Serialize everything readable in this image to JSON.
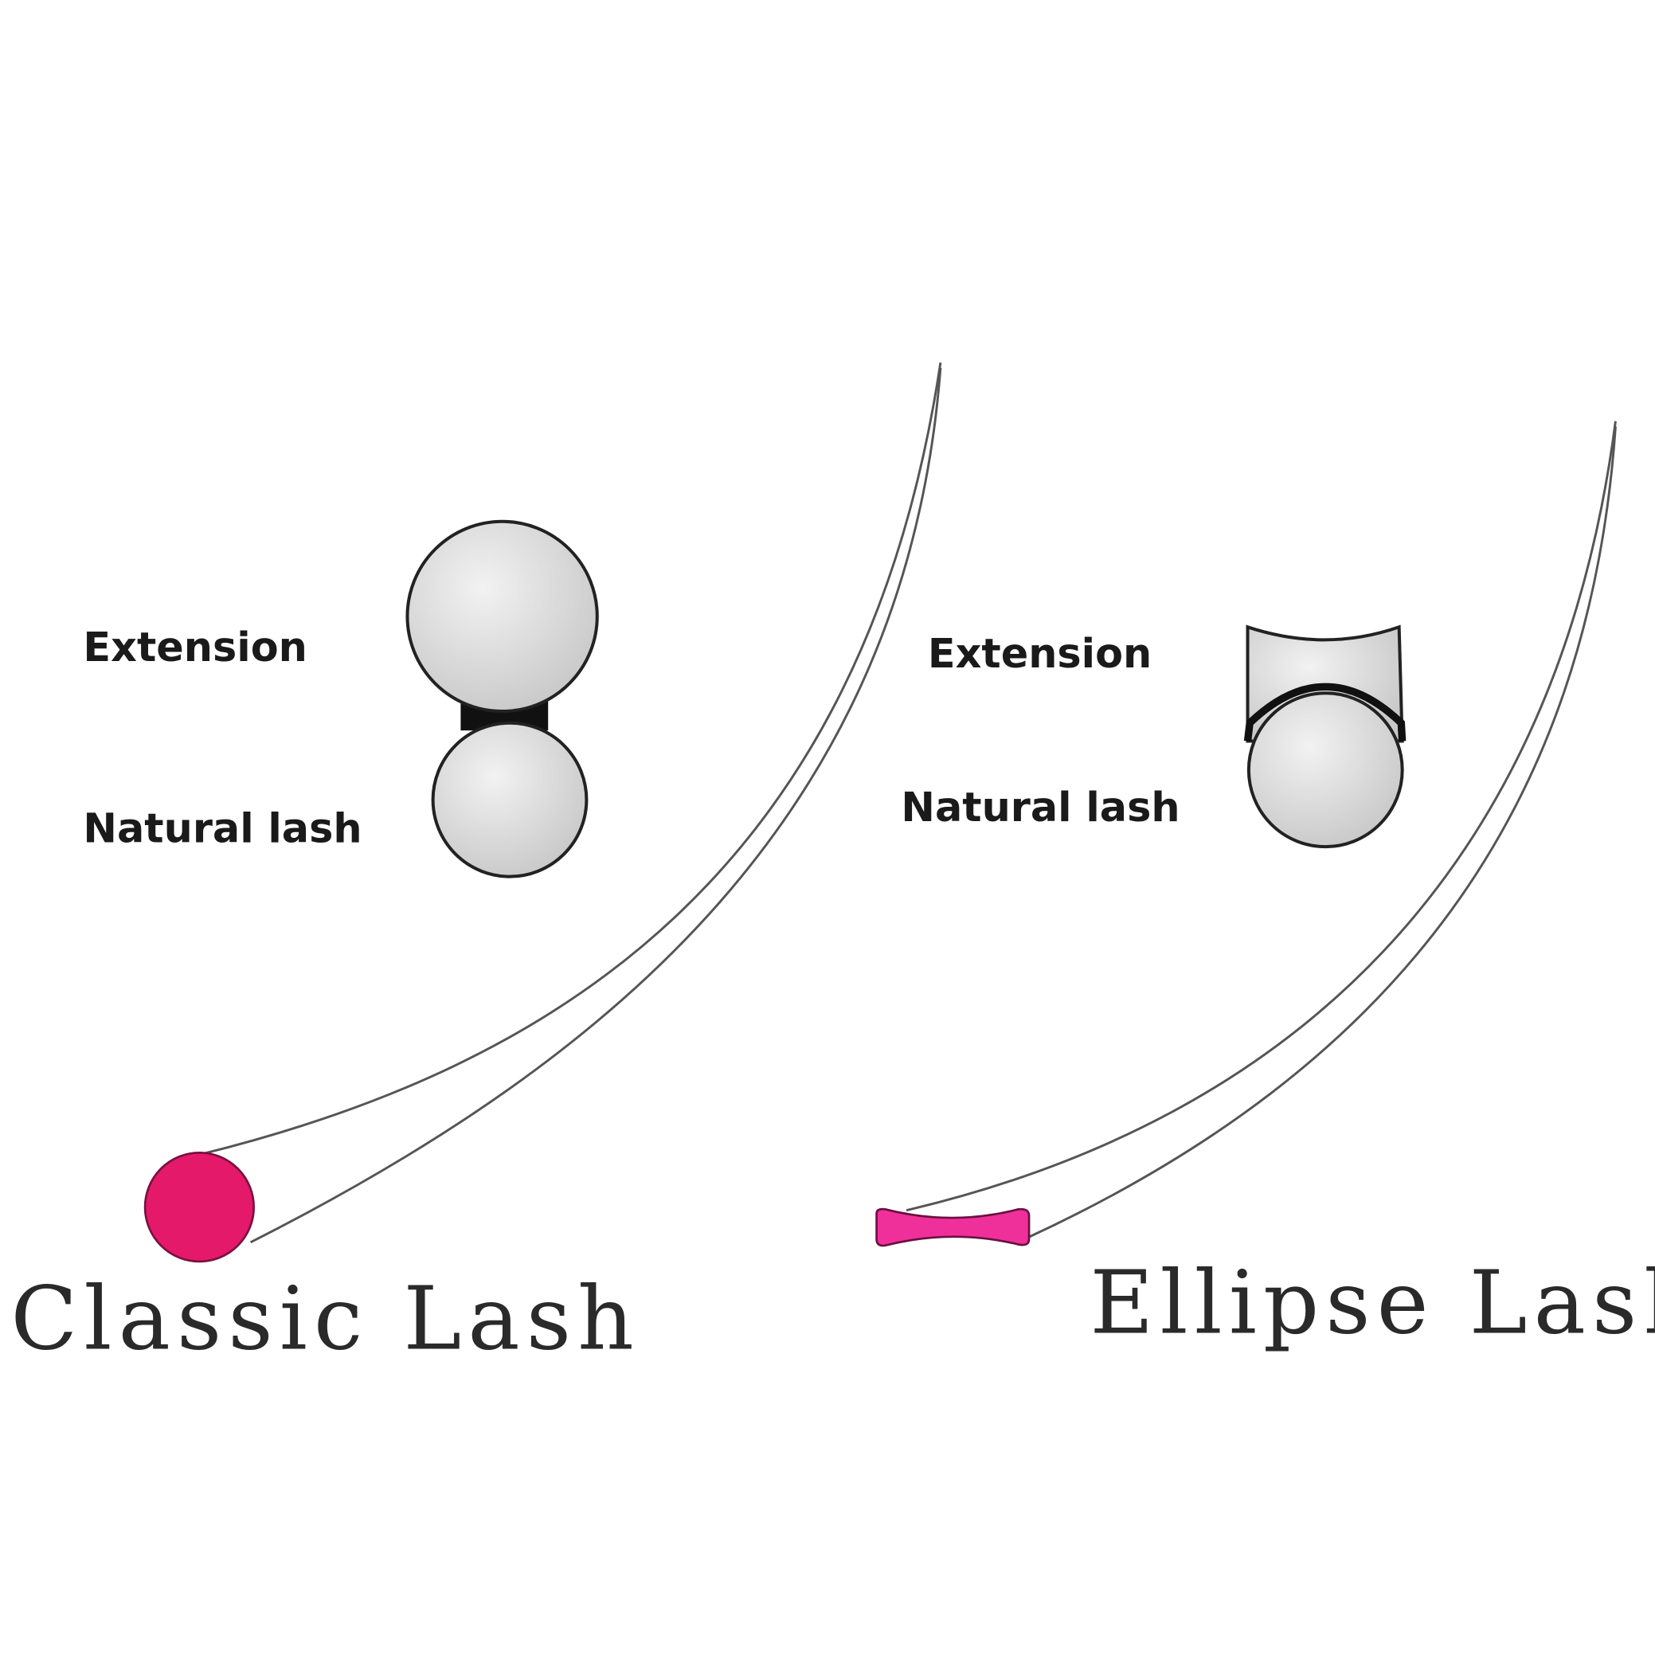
{
  "classic": {
    "title": "Classic Lash",
    "extension_label": "Extension",
    "natural_label": "Natural lash"
  },
  "ellipse": {
    "title": "Ellipse Lash",
    "extension_label": "Extension",
    "natural_label": "Natural lash"
  },
  "colors": {
    "classic_base": "#e5196a",
    "ellipse_base": "#f0309a",
    "cross_section_fill": "#dcdcdc",
    "outline": "#222222"
  }
}
